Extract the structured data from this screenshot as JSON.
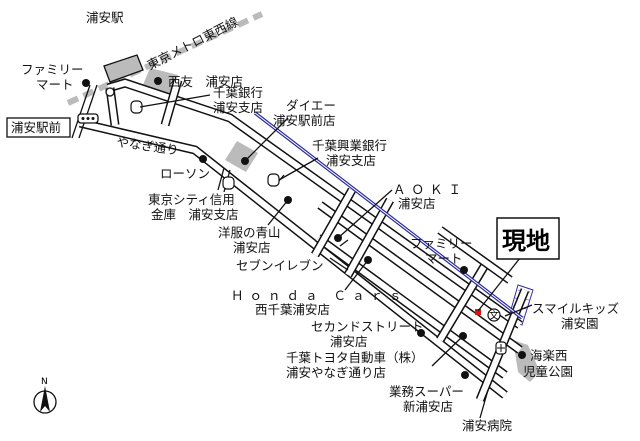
{
  "map": {
    "current_location_label": "現地",
    "station": "浦安駅",
    "bus_stop": "浦安駅前",
    "railway": "東京メトロ東西線",
    "street": "やなぎ通り",
    "north_label": "N",
    "colors": {
      "railway_tozai": "#bbbbbb",
      "railway_blue": "#2a2aa0",
      "current_location": "#e01010",
      "park": "#bbbbbb"
    },
    "landmarks": [
      {
        "name": "ファミリー",
        "name2": "マート",
        "icon": "store-dot"
      },
      {
        "name": "西友　浦安店",
        "icon": "store-dot"
      },
      {
        "name": "千葉銀行",
        "name2": "浦安支店",
        "icon": "bank-icon"
      },
      {
        "name": "ダイエー",
        "name2": "浦安駅前店",
        "icon": "store-dot"
      },
      {
        "name": "千葉興業銀行",
        "name2": "浦安支店",
        "icon": "bank-icon"
      },
      {
        "name": "ローソン",
        "icon": "store-dot"
      },
      {
        "name": "東京シティ信用",
        "name2": "金庫　浦安支店",
        "icon": "bank-icon"
      },
      {
        "name": "洋服の青山",
        "name2": "浦安店",
        "icon": "store-dot"
      },
      {
        "name": "ＡＯＫＩ",
        "name2": "浦安店",
        "icon": "store-dot"
      },
      {
        "name": "セブンイレブン",
        "icon": "store-dot"
      },
      {
        "name": "ファミリー",
        "name2": "マート",
        "icon": "store-dot"
      },
      {
        "name": "Ｈｏｎｄａ Ｃａｒｓ",
        "name2": "西千葉浦安店",
        "icon": "store-dot"
      },
      {
        "name": "セカンドストリート",
        "name2": "浦安店",
        "icon": "store-dot"
      },
      {
        "name": "千葉トヨタ自動車（株）",
        "name2": "浦安やなぎ通り店",
        "icon": "store-dot"
      },
      {
        "name": "業務スーパー",
        "name2": "新浦安店",
        "icon": "store-dot"
      },
      {
        "name": "スマイルキッズ",
        "name2": "浦安園",
        "icon": "school-icon"
      },
      {
        "name": "海楽西",
        "name2": "児童公園",
        "icon": "park-dot"
      },
      {
        "name": "浦安病院",
        "icon": "hospital-icon"
      }
    ]
  }
}
